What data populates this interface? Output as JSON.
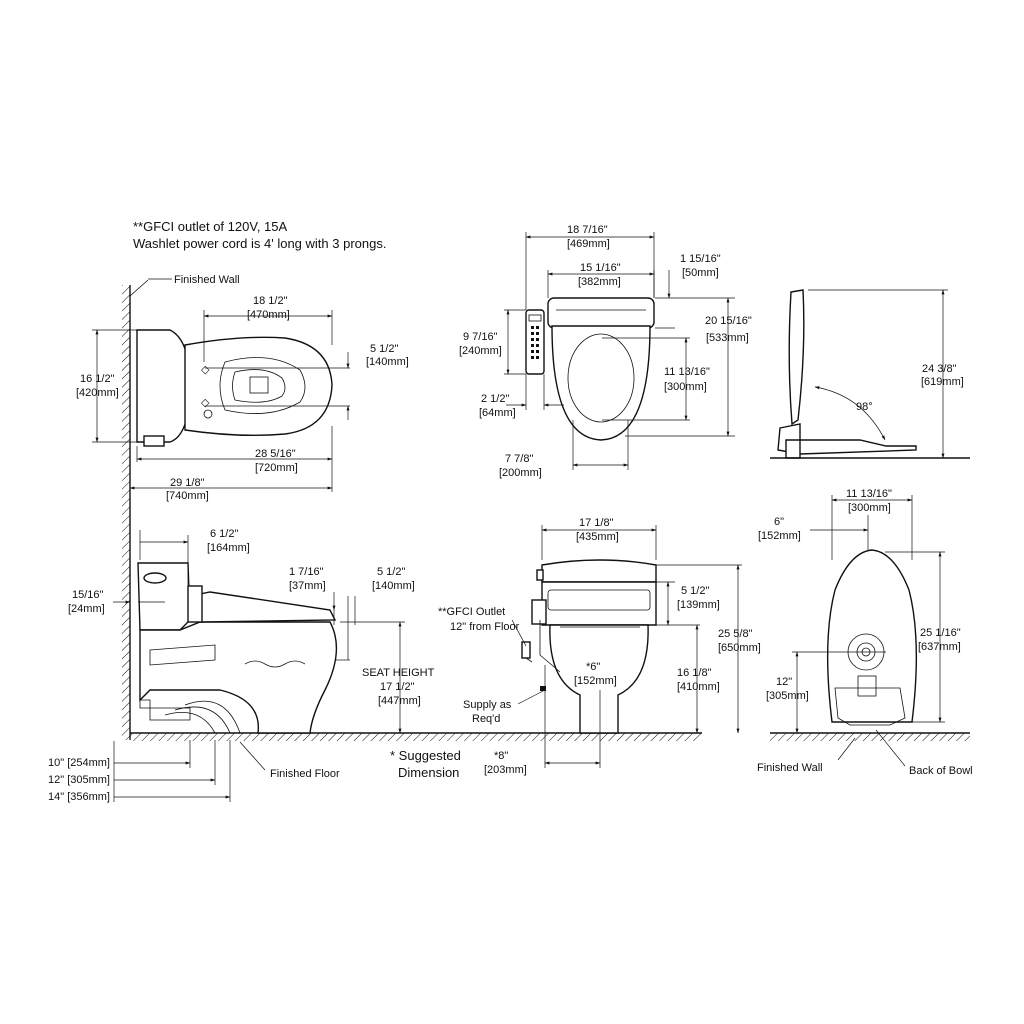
{
  "notes": {
    "line1": "**GFCI outlet of 120V, 15A",
    "line2": "Washlet power cord is 4' long with 3 prongs.",
    "suggested_line1": "* Suggested",
    "suggested_line2": "Dimension"
  },
  "top_view": {
    "finished_wall": "Finished Wall",
    "d_18_1_2": "18 1/2\"",
    "d_470": "[470mm]",
    "d_5_1_2": "5 1/2\"",
    "d_140": "[140mm]",
    "d_16_1_2": "16 1/2\"",
    "d_420": "[420mm]",
    "d_28_5_16": "28 5/16\"",
    "d_720": "[720mm]",
    "d_29_1_8": "29 1/8\"",
    "d_740": "[740mm]"
  },
  "seat_top": {
    "d_18_7_16": "18 7/16\"",
    "d_469": "[469mm]",
    "d_15_1_16": "15 1/16\"",
    "d_382": "[382mm]",
    "d_1_15_16": "1 15/16\"",
    "d_50": "[50mm]",
    "d_9_7_16": "9 7/16\"",
    "d_240": "[240mm]",
    "d_20_15_16": "20 15/16\"",
    "d_533": "[533mm]",
    "d_11_13_16": "11 13/16\"",
    "d_300": "[300mm]",
    "d_2_1_2": "2 1/2\"",
    "d_64": "[64mm]",
    "d_7_7_8": "7 7/8\"",
    "d_200": "[200mm]"
  },
  "seat_side": {
    "angle": "98°",
    "d_24_3_8": "24 3/8\"",
    "d_619": "[619mm]"
  },
  "side_view": {
    "d_6_1_2": "6 1/2\"",
    "d_164": "[164mm]",
    "d_15_16": "15/16\"",
    "d_24": "[24mm]",
    "d_1_7_16": "1 7/16\"",
    "d_37": "[37mm]",
    "d_5_1_2": "5 1/2\"",
    "d_140": "[140mm]",
    "seat_height": "SEAT HEIGHT",
    "d_17_1_2": "17 1/2\"",
    "d_447": "[447mm]",
    "r10": "10\" [254mm]",
    "r12": "12\" [305mm]",
    "r14": "14\" [356mm]",
    "finished_floor": "Finished Floor"
  },
  "front_view": {
    "d_17_1_8": "17 1/8\"",
    "d_435": "[435mm]",
    "gfci1": "**GFCI Outlet",
    "gfci2": "12\" from Floor",
    "d_5_1_2": "5 1/2\"",
    "d_139": "[139mm]",
    "d_25_5_8": "25 5/8\"",
    "d_650": "[650mm]",
    "d_6": "*6\"",
    "d_152": "[152mm]",
    "d_16_1_8": "16 1/8\"",
    "d_410": "[410mm]",
    "supply1": "Supply as",
    "supply2": "Req'd",
    "d_8": "*8\"",
    "d_203": "[203mm]"
  },
  "back_view": {
    "d_11_13_16": "11 13/16\"",
    "d_300": "[300mm]",
    "d_6": "6\"",
    "d_152": "[152mm]",
    "d_25_1_16": "25 1/16\"",
    "d_637": "[637mm]",
    "d_12": "12\"",
    "d_305": "[305mm]",
    "finished_wall": "Finished Wall",
    "back_of_bowl": "Back of Bowl"
  }
}
